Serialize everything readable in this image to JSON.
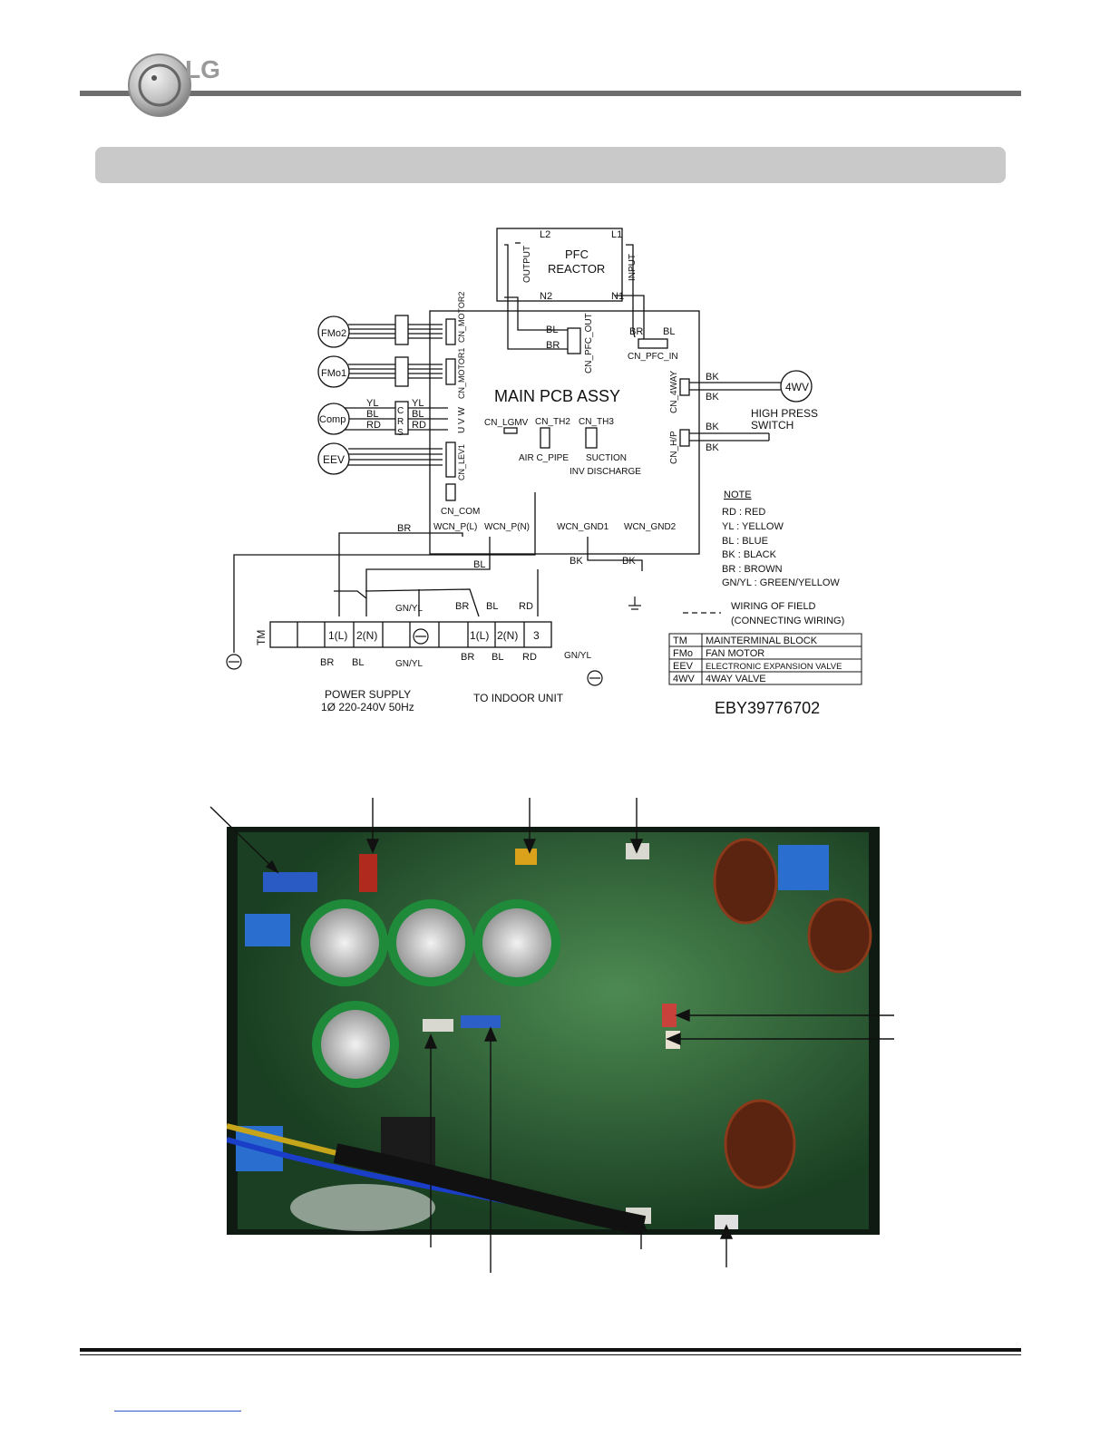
{
  "header": {
    "logo_text": "LG"
  },
  "diagram": {
    "pfc": {
      "title_line1": "PFC",
      "title_line2": "REACTOR",
      "l2": "L2",
      "l1": "L1",
      "n2": "N2",
      "n1": "N1",
      "output": "OUTPUT",
      "input": "INPUT"
    },
    "main_pcb": "MAIN PCB ASSY",
    "components": {
      "fmo2": "FMo2",
      "fmo1": "FMo1",
      "comp": "Comp",
      "eev": "EEV",
      "fourwv": "4WV"
    },
    "connectors": {
      "cn_motor2": "CN_MOTOR2",
      "cn_motor1": "CN_MOTOR1",
      "uvw": "U  V  W",
      "cn_lev1": "CN_LEV1",
      "cn_pfc_out": "CN_PFC_OUT",
      "cn_pfc_in": "CN_PFC_IN",
      "cn_4way": "CN_4WAY",
      "cn_hp": "CN_H/P",
      "cn_lgmv": "CN_LGMV",
      "cn_th2": "CN_TH2",
      "cn_th3": "CN_TH3",
      "air_c_pipe": "AIR C_PIPE",
      "suction": "SUCTION",
      "inv_discharge": "INV DISCHARGE",
      "cn_com": "CN_COM",
      "wcn_pl": "WCN_P(L)",
      "wcn_pn": "WCN_P(N)",
      "wcn_gnd1": "WCN_GND1",
      "wcn_gnd2": "WCN_GND2"
    },
    "comp_pins": [
      "C",
      "R",
      "S"
    ],
    "wires": {
      "yl": "YL",
      "bl": "BL",
      "rd": "RD",
      "br": "BR",
      "bk": "BK",
      "gnyl": "GN/YL"
    },
    "high_press_line1": "HIGH PRESS",
    "high_press_line2": "SWITCH",
    "terminal": {
      "tm": "TM",
      "cells": [
        "",
        "",
        "1(L)",
        "2(N)",
        "",
        "",
        "1(L)",
        "2(N)",
        "3"
      ]
    },
    "power_supply_line1": "POWER SUPPLY",
    "power_supply_line2": "1Ø 220-240V 50Hz",
    "to_indoor": "TO INDOOR UNIT",
    "note": {
      "title": "NOTE",
      "lines": [
        "RD : RED",
        "YL : YELLOW",
        "BL : BLUE",
        "BK : BLACK",
        "BR : BROWN",
        "GN/YL : GREEN/YELLOW"
      ],
      "field_wiring_line1": "WIRING OF FIELD",
      "field_wiring_line2": "(CONNECTING WIRING)"
    },
    "legend": [
      {
        "abbr": "TM",
        "desc": "MAINTERMINAL BLOCK"
      },
      {
        "abbr": "FMo",
        "desc": "FAN MOTOR"
      },
      {
        "abbr": "EEV",
        "desc": "ELECTRONIC EXPANSION VALVE"
      },
      {
        "abbr": "4WV",
        "desc": "4WAY VALVE"
      }
    ],
    "part_number": "EBY39776702"
  },
  "colors": {
    "header_rule": "#6d6d6d",
    "section_bar": "#c9c9c9",
    "pcb_green": "#2f6b3a"
  }
}
